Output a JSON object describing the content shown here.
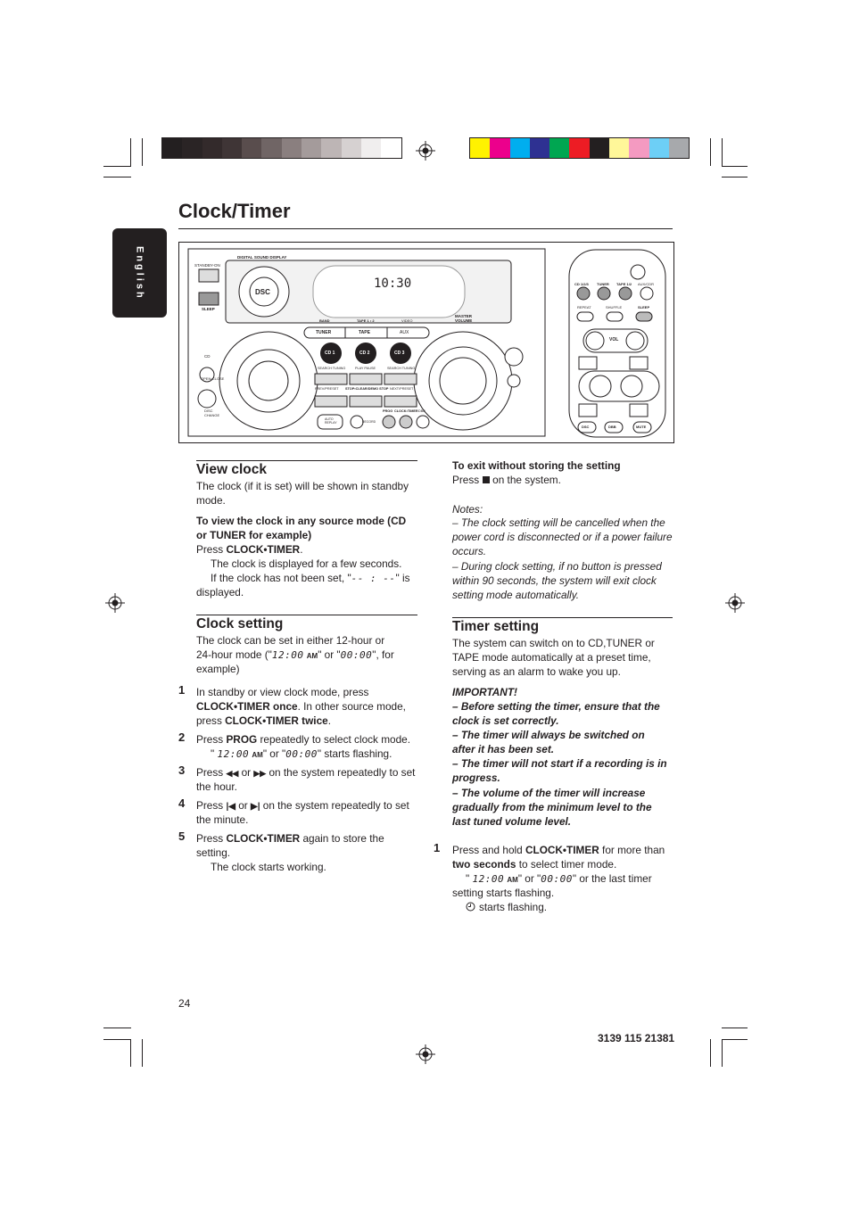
{
  "header": {
    "title": "Clock/Timer",
    "language_tab": "English",
    "grayscale_bar": [
      "#231f20",
      "#2a2425",
      "#332a2b",
      "#3f3536",
      "#594d4d",
      "#706565",
      "#8a7f7f",
      "#a49b9b",
      "#bdb5b5",
      "#d6d1d1",
      "#f0eeee",
      "#ffffff"
    ],
    "color_bar": [
      "#fff200",
      "#ec008c",
      "#00aeef",
      "#2e3192",
      "#00a651",
      "#ed1c24",
      "#231f20",
      "#fff799",
      "#f49ac1",
      "#6dcff6",
      "#a7a9ac"
    ]
  },
  "figure": {
    "labels": {
      "standby_on": "STANDBY-ON",
      "sleep": "SLEEP",
      "digital_sound_display": "DIGITAL SOUND DISPLAY",
      "dsc": "DSC",
      "display_time": "10:30",
      "band": "BAND",
      "tape_1_2": "TAPE 1 • 2",
      "video": "VIDEO",
      "master_volume": "MASTER VOLUME",
      "tuner": "TUNER",
      "tape": "TAPE",
      "aux": "AUX",
      "cd": "CD",
      "open_close": "OPEN•CLOSE",
      "disc_change": "DISC CHANGE",
      "cd1": "CD 1",
      "cd2": "CD 2",
      "cd3": "CD 3",
      "search_tuning_left": "SEARCH TUNING",
      "play_pause": "PLAY PAUSE",
      "search_tuning_right": "SEARCH TUNING",
      "prev_preset": "PREV/PRESET",
      "stop_clear": "STOP•CLEAR/DEMO STOP",
      "next_preset": "NEXT/PRESET",
      "prog": "PROG",
      "clock_timer": "CLOCK•TIMER",
      "dbb": "DBB",
      "auto_replay": "AUTO REPLAY",
      "record": "RECORD",
      "remote_cd": "CD 1/2/3",
      "remote_tuner": "TUNER",
      "remote_tape": "TAPE 1/2",
      "remote_aux": "AUX/CDR",
      "remote_repeat": "REPEAT",
      "remote_shuffle": "SHUFFLE",
      "remote_sleep": "SLEEP",
      "remote_vol": "VOL",
      "remote_dsc": "DSC",
      "remote_dbb": "DBB",
      "remote_mute": "MUTE"
    }
  },
  "left": {
    "view_clock": {
      "heading": "View clock",
      "intro": "The clock (if it is set) will be shown in standby mode.",
      "subheading": "To view the clock in any source mode (CD or TUNER for example)",
      "press": "Press",
      "press_bold": "CLOCK•TIMER",
      "press_end": ".",
      "note1": "The clock is displayed for a few seconds.",
      "note2a": "If the clock has not been set, \"",
      "note2_dashes": "-- : --",
      "note2b": "\" is",
      "note2c": "displayed."
    },
    "clock_setting": {
      "heading": "Clock setting",
      "intro_a": "The clock can be set in either 12-hour or",
      "intro_b": "24-hour mode (\"",
      "lcd_12": "12:00",
      "am": "AM",
      "or": "\" or \"",
      "lcd_00": "00:00",
      "intro_c": "\", for",
      "intro_d": "example)",
      "step1_num": "1",
      "step1_a": "In standby or view clock mode, press",
      "step1_b": "CLOCK•TIMER once",
      "step1_c": ".  In other source mode,",
      "step1_d": "press",
      "step1_e": "CLOCK•TIMER twice",
      "step1_f": ".",
      "step2_num": "2",
      "step2_a": "Press",
      "step2_b": "PROG",
      "step2_c": "repeatedly to select clock mode.",
      "step2_d": "\" starts flashing.",
      "step3_num": "3",
      "step3_a": "Press",
      "step3_icon1": "◀◀",
      "step3_or": "or",
      "step3_icon2": "▶▶",
      "step3_b": "on the system repeatedly to set",
      "step3_c": "the hour.",
      "step4_num": "4",
      "step4_a": "Press",
      "step4_icon1": "|◀",
      "step4_or": "or",
      "step4_icon2": "▶|",
      "step4_b": "on the system repeatedly to set",
      "step4_c": "the minute.",
      "step5_num": "5",
      "step5_a": "Press",
      "step5_b": "CLOCK•TIMER",
      "step5_c": "again to store the",
      "step5_d": "setting.",
      "step5_e": "The clock starts working."
    }
  },
  "right": {
    "exit": {
      "heading": "To exit without storing the setting",
      "press": "Press",
      "rest": "on the system."
    },
    "notes": {
      "title": "Notes:",
      "n1": "–  The clock setting will be cancelled when the power cord is disconnected or if a power failure occurs.",
      "n2": "–  During clock setting, if no button is pressed within 90 seconds, the system will exit clock setting mode automatically."
    },
    "timer": {
      "heading": "Timer setting",
      "intro": "The system can switch on to CD,TUNER or TAPE mode automatically at a preset time, serving as an alarm to wake you up.",
      "important": "IMPORTANT!",
      "i1": "–  Before setting the timer, ensure that the clock is set correctly.",
      "i2": "–  The timer will always be switched on after it has been set.",
      "i3": "–  The timer will not start if a recording is in progress.",
      "i4": "–  The volume of the timer will increase gradually from the minimum level to the last tuned volume level.",
      "step1_num": "1",
      "step1_a": "Press and hold",
      "step1_b": "CLOCK•TIMER",
      "step1_c": "for more than",
      "step1_d": "two seconds",
      "step1_e": "to select timer mode.",
      "step1_f": "\" or the last timer",
      "step1_g": "setting starts flashing.",
      "step1_h": "starts flashing."
    }
  },
  "footer": {
    "page_number": "24",
    "code": "3139 115 21381"
  }
}
